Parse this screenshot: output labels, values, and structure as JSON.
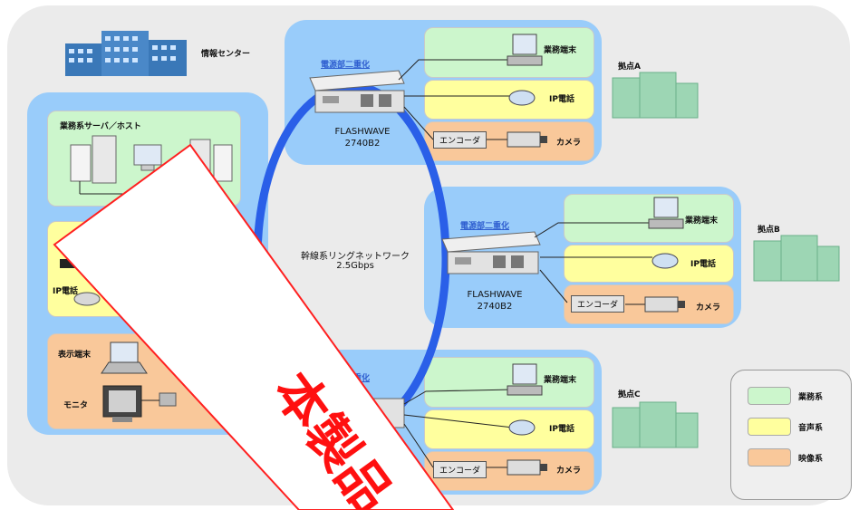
{
  "center": {
    "label": "情報センター",
    "business_servers": "業務系サーバ／ホスト",
    "ip_phone": "IP電話",
    "display_terminal": "表示端末",
    "monitor": "モニタ"
  },
  "ring": {
    "label": "幹線系リングネットワーク",
    "speed": "2.5Gbps"
  },
  "device": {
    "redundancy": "電源部二重化",
    "name": "FLASHWAVE",
    "model": "2740B2"
  },
  "site_items": {
    "terminal": "業務端末",
    "ip_phone": "IP電話",
    "encoder": "エンコーダ",
    "camera": "カメラ"
  },
  "sites": {
    "a": "拠点A",
    "b": "拠点B",
    "c": "拠点C"
  },
  "legend": [
    {
      "label": "業務系",
      "color": "#ccf6cc"
    },
    {
      "label": "音声系",
      "color": "#ffff9e"
    },
    {
      "label": "映像系",
      "color": "#f9c89a"
    }
  ],
  "stamp": {
    "text": "本製品",
    "color": "#ff1010"
  }
}
